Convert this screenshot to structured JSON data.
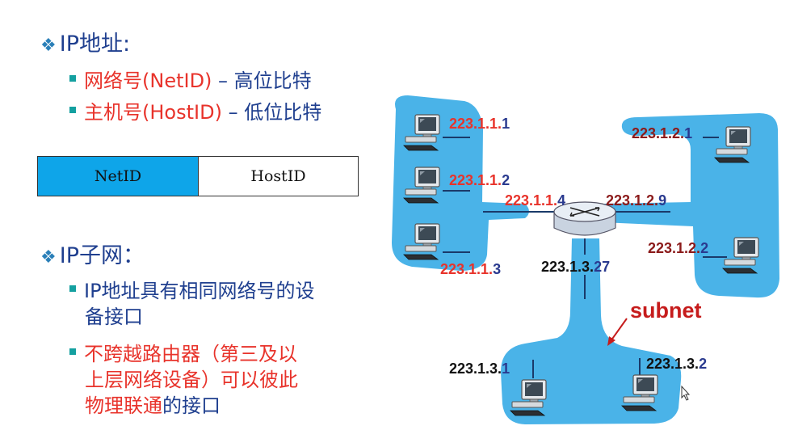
{
  "section1": {
    "title": "IP地址:",
    "items": [
      {
        "red": "网络号(NetID)",
        "rest": " – 高位比特"
      },
      {
        "red": "主机号(HostID)",
        "rest": " – 低位比特"
      }
    ]
  },
  "address_box": {
    "net": "NetID",
    "host": "HostID"
  },
  "section2": {
    "title": "IP子网：",
    "item1_line1": "IP地址具有相同网络号的设",
    "item1_line2": "备接口",
    "item2_line1": "不跨越路由器（第三及以",
    "item2_line2_a": "上层网络设备）可以",
    "item2_line2_b": "彼此",
    "item2_line3_a": "物理联通",
    "item2_line3_b": "的接口"
  },
  "diagram": {
    "subnet_label": "subnet",
    "addresses": [
      {
        "prefix": "223.1.1.",
        "host": "1"
      },
      {
        "prefix": "223.1.1.",
        "host": "2"
      },
      {
        "prefix": "223.1.1.",
        "host": "4"
      },
      {
        "prefix": "223.1.1.",
        "host": "3"
      },
      {
        "prefix": "223.1.2.",
        "host": "1"
      },
      {
        "prefix": "223.1.2.",
        "host": "9"
      },
      {
        "prefix": "223.1.2.",
        "host": "2"
      },
      {
        "prefix": "223.1.3.",
        "host": "27"
      },
      {
        "prefix": "223.1.3.",
        "host": "1"
      },
      {
        "prefix": "223.1.3.",
        "host": "2"
      }
    ]
  },
  "colors": {
    "subnet_fill": "#4ab3e8",
    "title_navy": "#1f3f8f",
    "accent_red": "#e8332b",
    "netid_fill": "#0ea5e9"
  }
}
